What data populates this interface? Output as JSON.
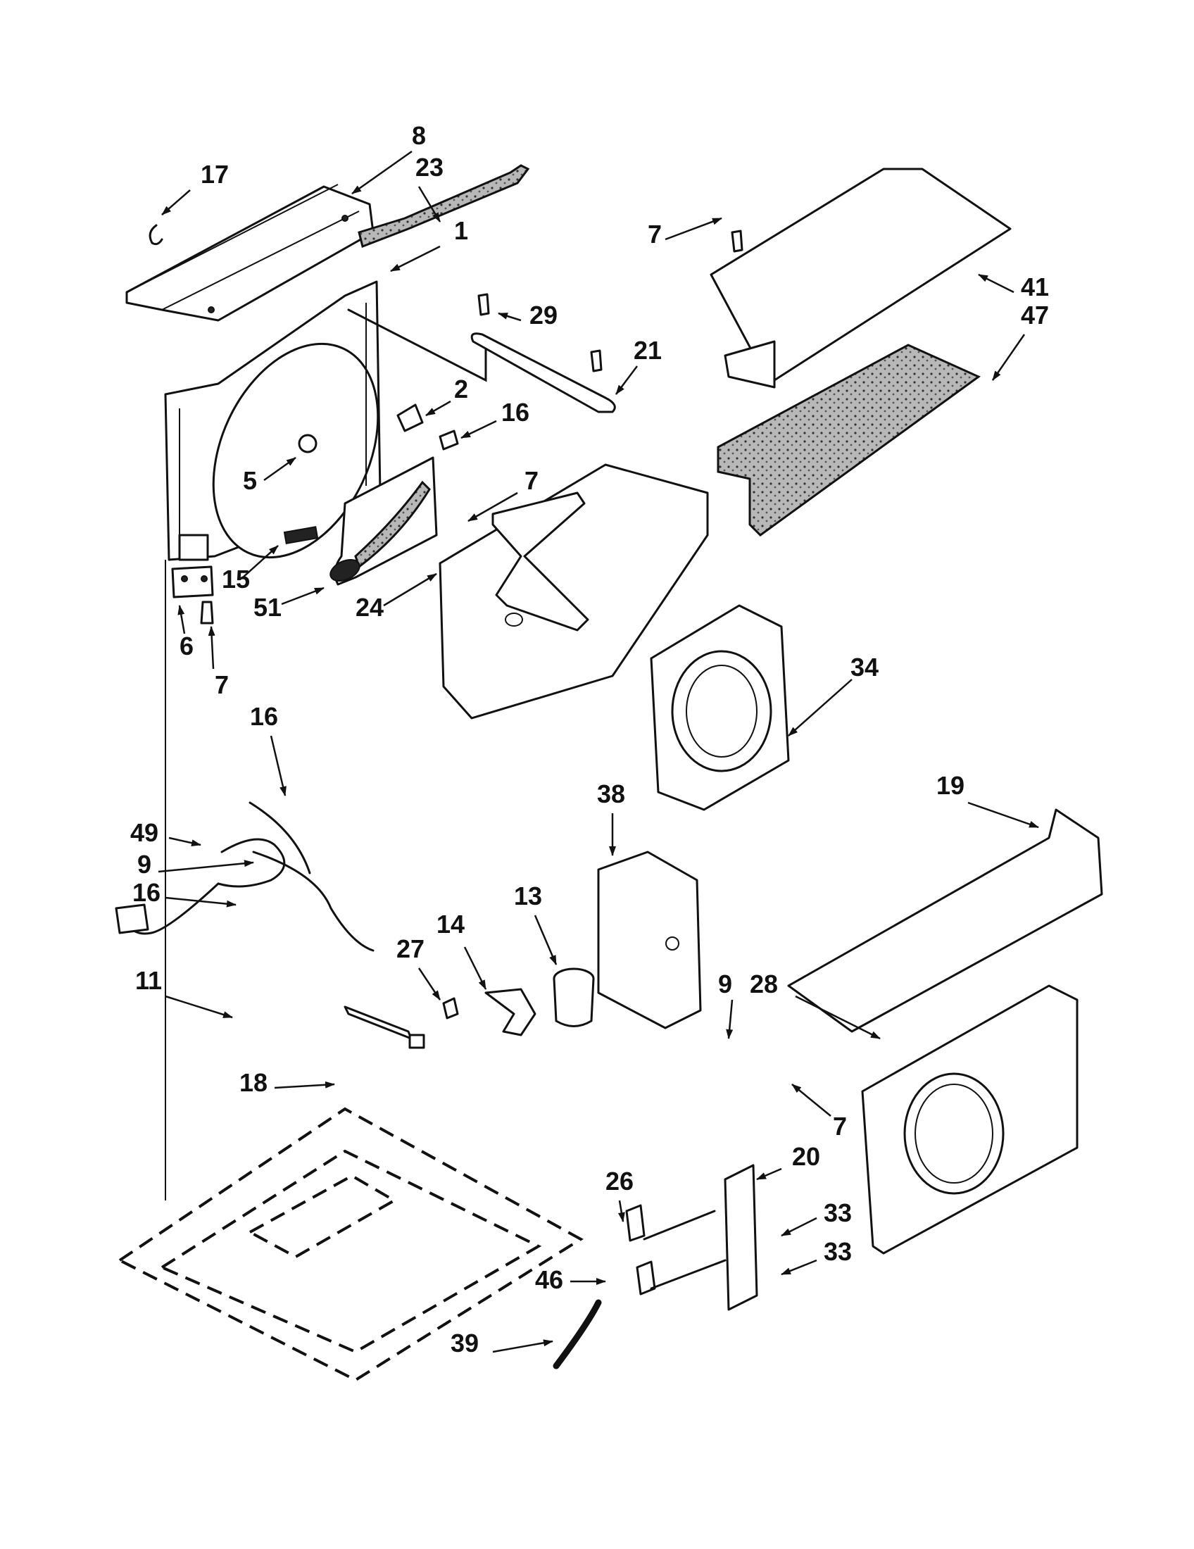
{
  "callouts": [
    {
      "id": "c1",
      "label": "8"
    },
    {
      "id": "c2",
      "label": "17"
    },
    {
      "id": "c3",
      "label": "23"
    },
    {
      "id": "c4",
      "label": "1"
    },
    {
      "id": "c5",
      "label": "7"
    },
    {
      "id": "c6",
      "label": "41"
    },
    {
      "id": "c7",
      "label": "47"
    },
    {
      "id": "c8",
      "label": "29"
    },
    {
      "id": "c9",
      "label": "21"
    },
    {
      "id": "c10",
      "label": "2"
    },
    {
      "id": "c11",
      "label": "16"
    },
    {
      "id": "c12",
      "label": "5"
    },
    {
      "id": "c13",
      "label": "7"
    },
    {
      "id": "c14",
      "label": "15"
    },
    {
      "id": "c15",
      "label": "51"
    },
    {
      "id": "c16",
      "label": "24"
    },
    {
      "id": "c17",
      "label": "6"
    },
    {
      "id": "c18",
      "label": "7"
    },
    {
      "id": "c19",
      "label": "34"
    },
    {
      "id": "c20",
      "label": "16"
    },
    {
      "id": "c21",
      "label": "38"
    },
    {
      "id": "c22",
      "label": "19"
    },
    {
      "id": "c23",
      "label": "49"
    },
    {
      "id": "c24",
      "label": "9"
    },
    {
      "id": "c25",
      "label": "16"
    },
    {
      "id": "c26",
      "label": "13"
    },
    {
      "id": "c27",
      "label": "14"
    },
    {
      "id": "c28",
      "label": "27"
    },
    {
      "id": "c29",
      "label": "11"
    },
    {
      "id": "c30",
      "label": "9"
    },
    {
      "id": "c31",
      "label": "28"
    },
    {
      "id": "c32",
      "label": "18"
    },
    {
      "id": "c33",
      "label": "7"
    },
    {
      "id": "c34",
      "label": "20"
    },
    {
      "id": "c35",
      "label": "26"
    },
    {
      "id": "c36",
      "label": "33"
    },
    {
      "id": "c37",
      "label": "46"
    },
    {
      "id": "c38",
      "label": "33"
    },
    {
      "id": "c39",
      "label": "39"
    }
  ]
}
